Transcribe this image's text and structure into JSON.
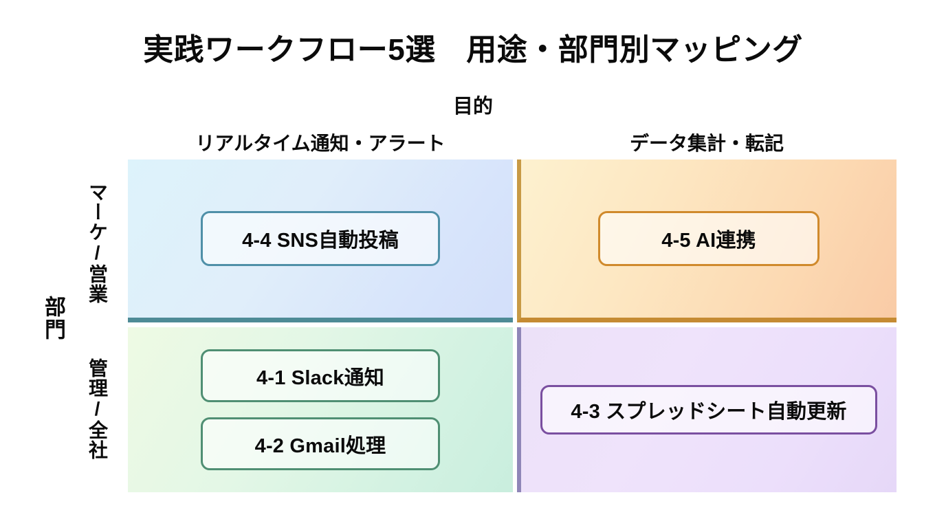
{
  "title": "実践ワークフロー5選　用途・部門別マッピング",
  "axes": {
    "x_title": "目的",
    "y_title": "部門",
    "columns": [
      {
        "label": "リアルタイム通知・アラート"
      },
      {
        "label": "データ集計・転記"
      }
    ],
    "rows": [
      {
        "label": "マーケ/営業"
      },
      {
        "label": "管理/全社"
      }
    ]
  },
  "quadrants": {
    "marketing_realtime": {
      "fill_from": "#ddf3fb",
      "fill_to": "#d3dffa",
      "divider_color": "#4e8b96",
      "items": [
        {
          "label": "4-4 SNS自動投稿",
          "border_color": "#4f90a8"
        }
      ]
    },
    "marketing_aggregation": {
      "fill_from": "#fdf1cf",
      "fill_to": "#f9cba6",
      "divider_color": "#c58b33",
      "items": [
        {
          "label": "4-5 AI連携",
          "border_color": "#d08a2c"
        }
      ]
    },
    "admin_realtime": {
      "fill_from": "#eefae4",
      "fill_to": "#c9eede",
      "items": [
        {
          "label": "4-1 Slack通知",
          "border_color": "#4f8f73"
        },
        {
          "label": "4-2 Gmail処理",
          "border_color": "#4f8f73"
        }
      ]
    },
    "admin_aggregation": {
      "fill_from": "#ece1f8",
      "fill_to": "#e6d8f8",
      "divider_color": "#8f86b8",
      "items": [
        {
          "label": "4-3 スプレッドシート自動更新",
          "border_color": "#7a4fa0"
        }
      ]
    }
  },
  "chart_data": {
    "type": "table",
    "title": "実践ワークフロー5選　用途・部門別マッピング",
    "xlabel": "目的",
    "ylabel": "部門",
    "columns": [
      "リアルタイム通知・アラート",
      "データ集計・転記"
    ],
    "rows": [
      "マーケ/営業",
      "管理/全社"
    ],
    "cells": [
      {
        "row": "マーケ/営業",
        "column": "リアルタイム通知・アラート",
        "items": [
          "4-4 SNS自動投稿"
        ]
      },
      {
        "row": "マーケ/営業",
        "column": "データ集計・転記",
        "items": [
          "4-5 AI連携"
        ]
      },
      {
        "row": "管理/全社",
        "column": "リアルタイム通知・アラート",
        "items": [
          "4-1 Slack通知",
          "4-2 Gmail処理"
        ]
      },
      {
        "row": "管理/全社",
        "column": "データ集計・転記",
        "items": [
          "4-3 スプレッドシート自動更新"
        ]
      }
    ]
  }
}
